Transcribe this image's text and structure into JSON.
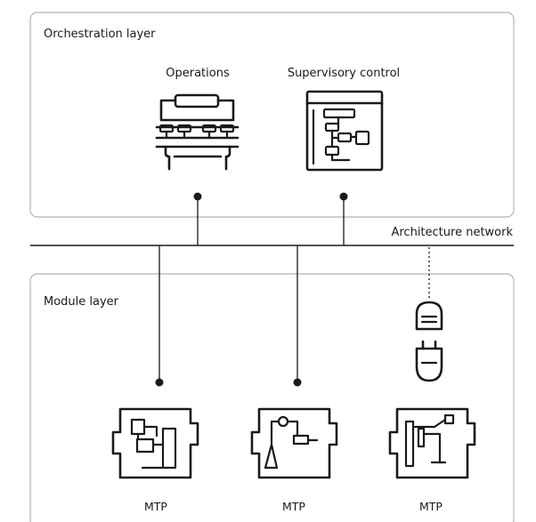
{
  "orchestration": {
    "title": "Orchestration layer",
    "operations_label": "Operations",
    "supervisory_label": "Supervisory control"
  },
  "network": {
    "label": "Architecture network"
  },
  "module_layer": {
    "title": "Module layer",
    "modules": [
      {
        "label": "MTP",
        "icon": "mtp-tank-icon"
      },
      {
        "label": "MTP",
        "icon": "mtp-reactor-icon"
      },
      {
        "label": "MTP",
        "icon": "mtp-piping-icon"
      }
    ],
    "plug_icon": "plug-connector-icon"
  },
  "colors": {
    "line": "#1a1a1a",
    "box_border": "#b4b4b4"
  }
}
